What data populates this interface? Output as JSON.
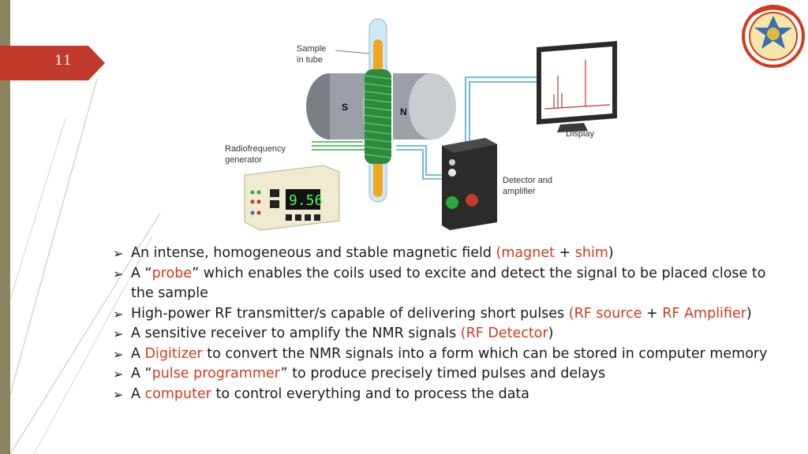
{
  "slide_number": "11",
  "diagram": {
    "sample_label_1": "Sample",
    "sample_label_2": "in tube",
    "magnet_s": "S",
    "magnet_n": "N",
    "display_label": "Display",
    "rf_label_1": "Radiofrequency",
    "rf_label_2": "generator",
    "detector_label_1": "Detector and",
    "detector_label_2": "amplifier",
    "rf_readout": "9.56"
  },
  "bullets": [
    {
      "parts": [
        {
          "t": "An intense, homogeneous and stable magnetic field "
        },
        {
          "t": "(magnet",
          "hl": true
        },
        {
          "t": " + "
        },
        {
          "t": "shim",
          "hl": true
        },
        {
          "t": ")"
        }
      ]
    },
    {
      "parts": [
        {
          "t": "A “"
        },
        {
          "t": "probe",
          "hl": true
        },
        {
          "t": "” which enables the coils used to excite and detect the signal to be placed close to the sample"
        }
      ]
    },
    {
      "parts": [
        {
          "t": "High-power RF transmitter/s capable of delivering short pulses "
        },
        {
          "t": "(RF source",
          "hl": true
        },
        {
          "t": " + "
        },
        {
          "t": "RF Amplifier",
          "hl": true
        },
        {
          "t": ")"
        }
      ]
    },
    {
      "parts": [
        {
          "t": "A sensitive receiver to amplify the NMR signals "
        },
        {
          "t": "(RF Detector",
          "hl": true
        },
        {
          "t": ")"
        }
      ]
    },
    {
      "parts": [
        {
          "t": "A "
        },
        {
          "t": "Digitizer",
          "hl": true
        },
        {
          "t": " to convert the NMR signals into a form which can be stored in computer memory"
        }
      ]
    },
    {
      "parts": [
        {
          "t": "A “"
        },
        {
          "t": "pulse programmer",
          "hl": true
        },
        {
          "t": "” to produce precisely timed pulses and delays"
        }
      ]
    },
    {
      "parts": [
        {
          "t": "A "
        },
        {
          "t": "computer",
          "hl": true
        },
        {
          "t": " to control everything and to process the data"
        }
      ]
    }
  ],
  "colors": {
    "accent": "#d23a1c",
    "slide_number_bg": "#c0392b",
    "left_bar": "#8c8460"
  }
}
